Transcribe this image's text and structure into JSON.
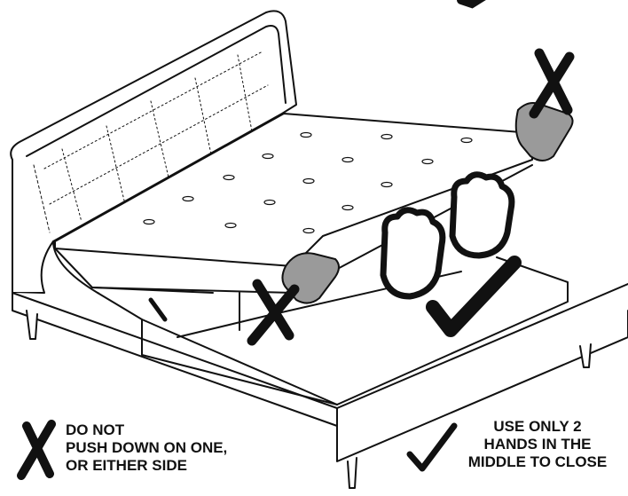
{
  "warning": {
    "lines": [
      "DO NOT",
      "PUSH DOWN ON ONE,",
      "OR EITHER SIDE"
    ]
  },
  "instruction": {
    "lines": [
      "USE ONLY 2",
      "HANDS IN THE",
      "MIDDLE TO CLOSE"
    ]
  },
  "icons": {
    "wrong": "cross-mark-icon",
    "right": "check-mark-icon",
    "hand": "hand-icon"
  },
  "colors": {
    "ink": "#111111",
    "grey_hand": "#9a9a9a",
    "background": "#ffffff"
  }
}
